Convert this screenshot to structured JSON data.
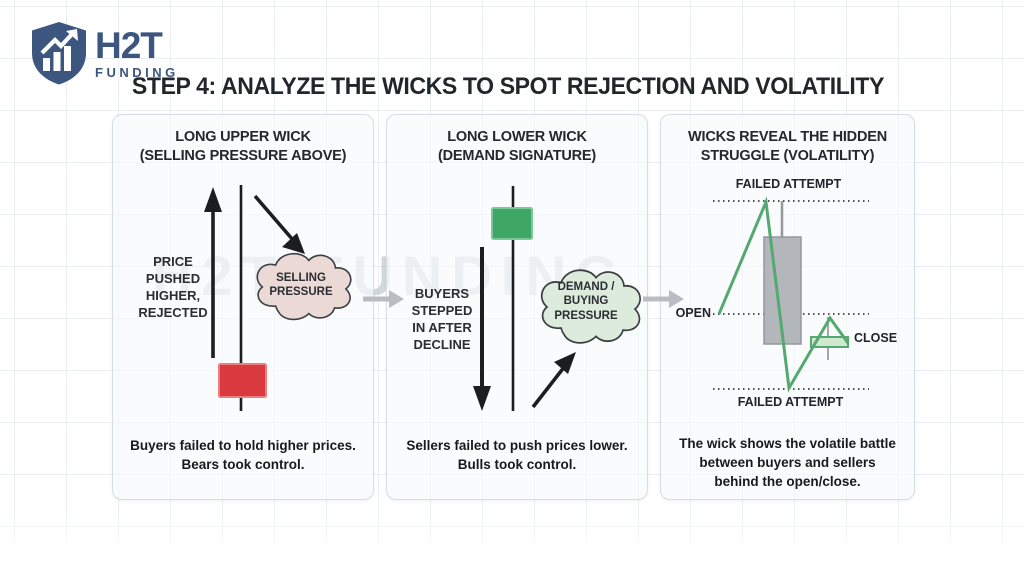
{
  "brand": {
    "name": "H2T",
    "subtitle": "FUNDING"
  },
  "title": "STEP 4: ANALYZE THE WICKS TO SPOT REJECTION AND VOLATILITY",
  "watermark": "H2T FUNDING",
  "colors": {
    "brand_navy": "#3c5680",
    "bearish": "#d93a40",
    "bearish_border": "#ef7d80",
    "bullish": "#3ea766",
    "bullish_border": "#7cc79a",
    "neutral": "#b3b6bb",
    "neutral_border": "#94979b",
    "path_green": "#53a96f",
    "close_body": "#cfe8cf",
    "cloud_selling": "#ead9d5",
    "cloud_demand": "#dcebdb",
    "ink": "#1c1d1f",
    "flow_arrow": "#b9bdc2"
  },
  "panels": [
    {
      "heading": "LONG UPPER WICK\n(SELLING PRESSURE ABOVE)",
      "side_note": "PRICE\nPUSHED\nHIGHER,\nREJECTED",
      "cloud_label": "SELLING\nPRESSURE",
      "caption": "Buyers failed to hold higher prices.\nBears took control."
    },
    {
      "heading": "LONG LOWER WICK\n(DEMAND SIGNATURE)",
      "side_note": "BUYERS\nSTEPPED\nIN AFTER\nDECLINE",
      "cloud_label": "DEMAND /\nBUYING\nPRESSURE",
      "caption": "Sellers failed to push prices lower.\nBulls took control."
    },
    {
      "heading": "WICKS REVEAL THE HIDDEN\nSTRUGGLE (VOLATILITY)",
      "labels": {
        "failed_top": "FAILED ATTEMPT",
        "open": "OPEN",
        "close": "CLOSE",
        "failed_bottom": "FAILED ATTEMPT"
      },
      "caption": "The wick shows the volatile battle\nbetween buyers and sellers\nbehind the open/close."
    }
  ]
}
